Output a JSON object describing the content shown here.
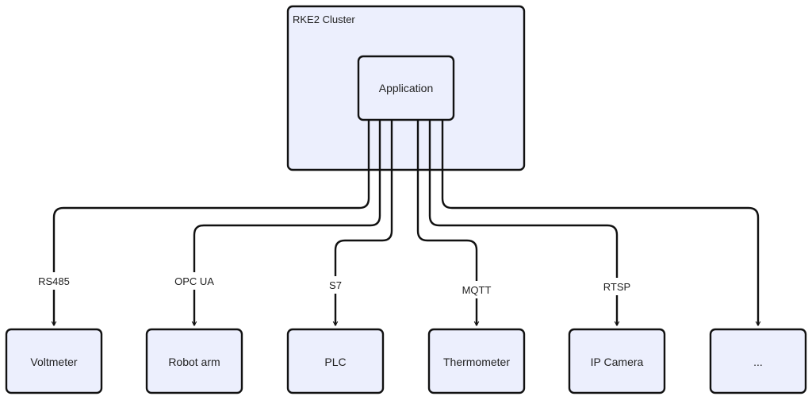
{
  "cluster": {
    "label": "RKE2 Cluster"
  },
  "application": {
    "label": "Application"
  },
  "devices": [
    {
      "label": "Voltmeter",
      "protocol": "RS485"
    },
    {
      "label": "Robot arm",
      "protocol": "OPC UA"
    },
    {
      "label": "PLC",
      "protocol": "S7"
    },
    {
      "label": "Thermometer",
      "protocol": "MQTT"
    },
    {
      "label": "IP Camera",
      "protocol": "RTSP"
    },
    {
      "label": "...",
      "protocol": ""
    }
  ],
  "colors": {
    "node_fill": "#ECEFFD",
    "stroke": "#111111",
    "text": "#222222"
  }
}
